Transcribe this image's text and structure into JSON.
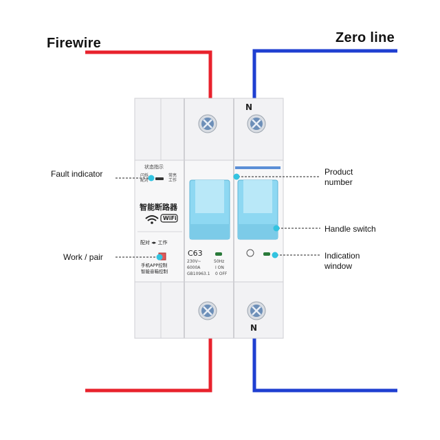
{
  "labels": {
    "firewire": "Firewire",
    "zero_line": "Zero line",
    "fault_indicator": "Fault indicator",
    "work_pair": "Work / pair",
    "product_number_1": "Product",
    "product_number_2": "number",
    "handle_switch": "Handle switch",
    "indication_window_1": "Indication",
    "indication_window_2": "window"
  },
  "device": {
    "terminal_top": "N",
    "terminal_bottom": "N",
    "status_title": "状态指示",
    "status_left_1": "闪烁",
    "status_left_2": "配对",
    "status_right_1": "常亮",
    "status_right_2": "工作",
    "brand": "智能断路器",
    "wifi_badge": "WiFi",
    "pair_work": "配对 ◂▸ 工作",
    "app_control": "手机APP控制",
    "voice_control": "智能音箱控制",
    "model": "C63",
    "voltage": "230V~",
    "frequency": "50Hz",
    "capacity": "6000A",
    "on_text": "I ON",
    "standard": "GB10963.1",
    "off_text": "0 OFF"
  },
  "colors": {
    "fire": "#e8222c",
    "zero": "#1f3fd1",
    "handle": "#8ed8f2",
    "led": "#2a7a3a",
    "dot": "#33c3e0"
  }
}
